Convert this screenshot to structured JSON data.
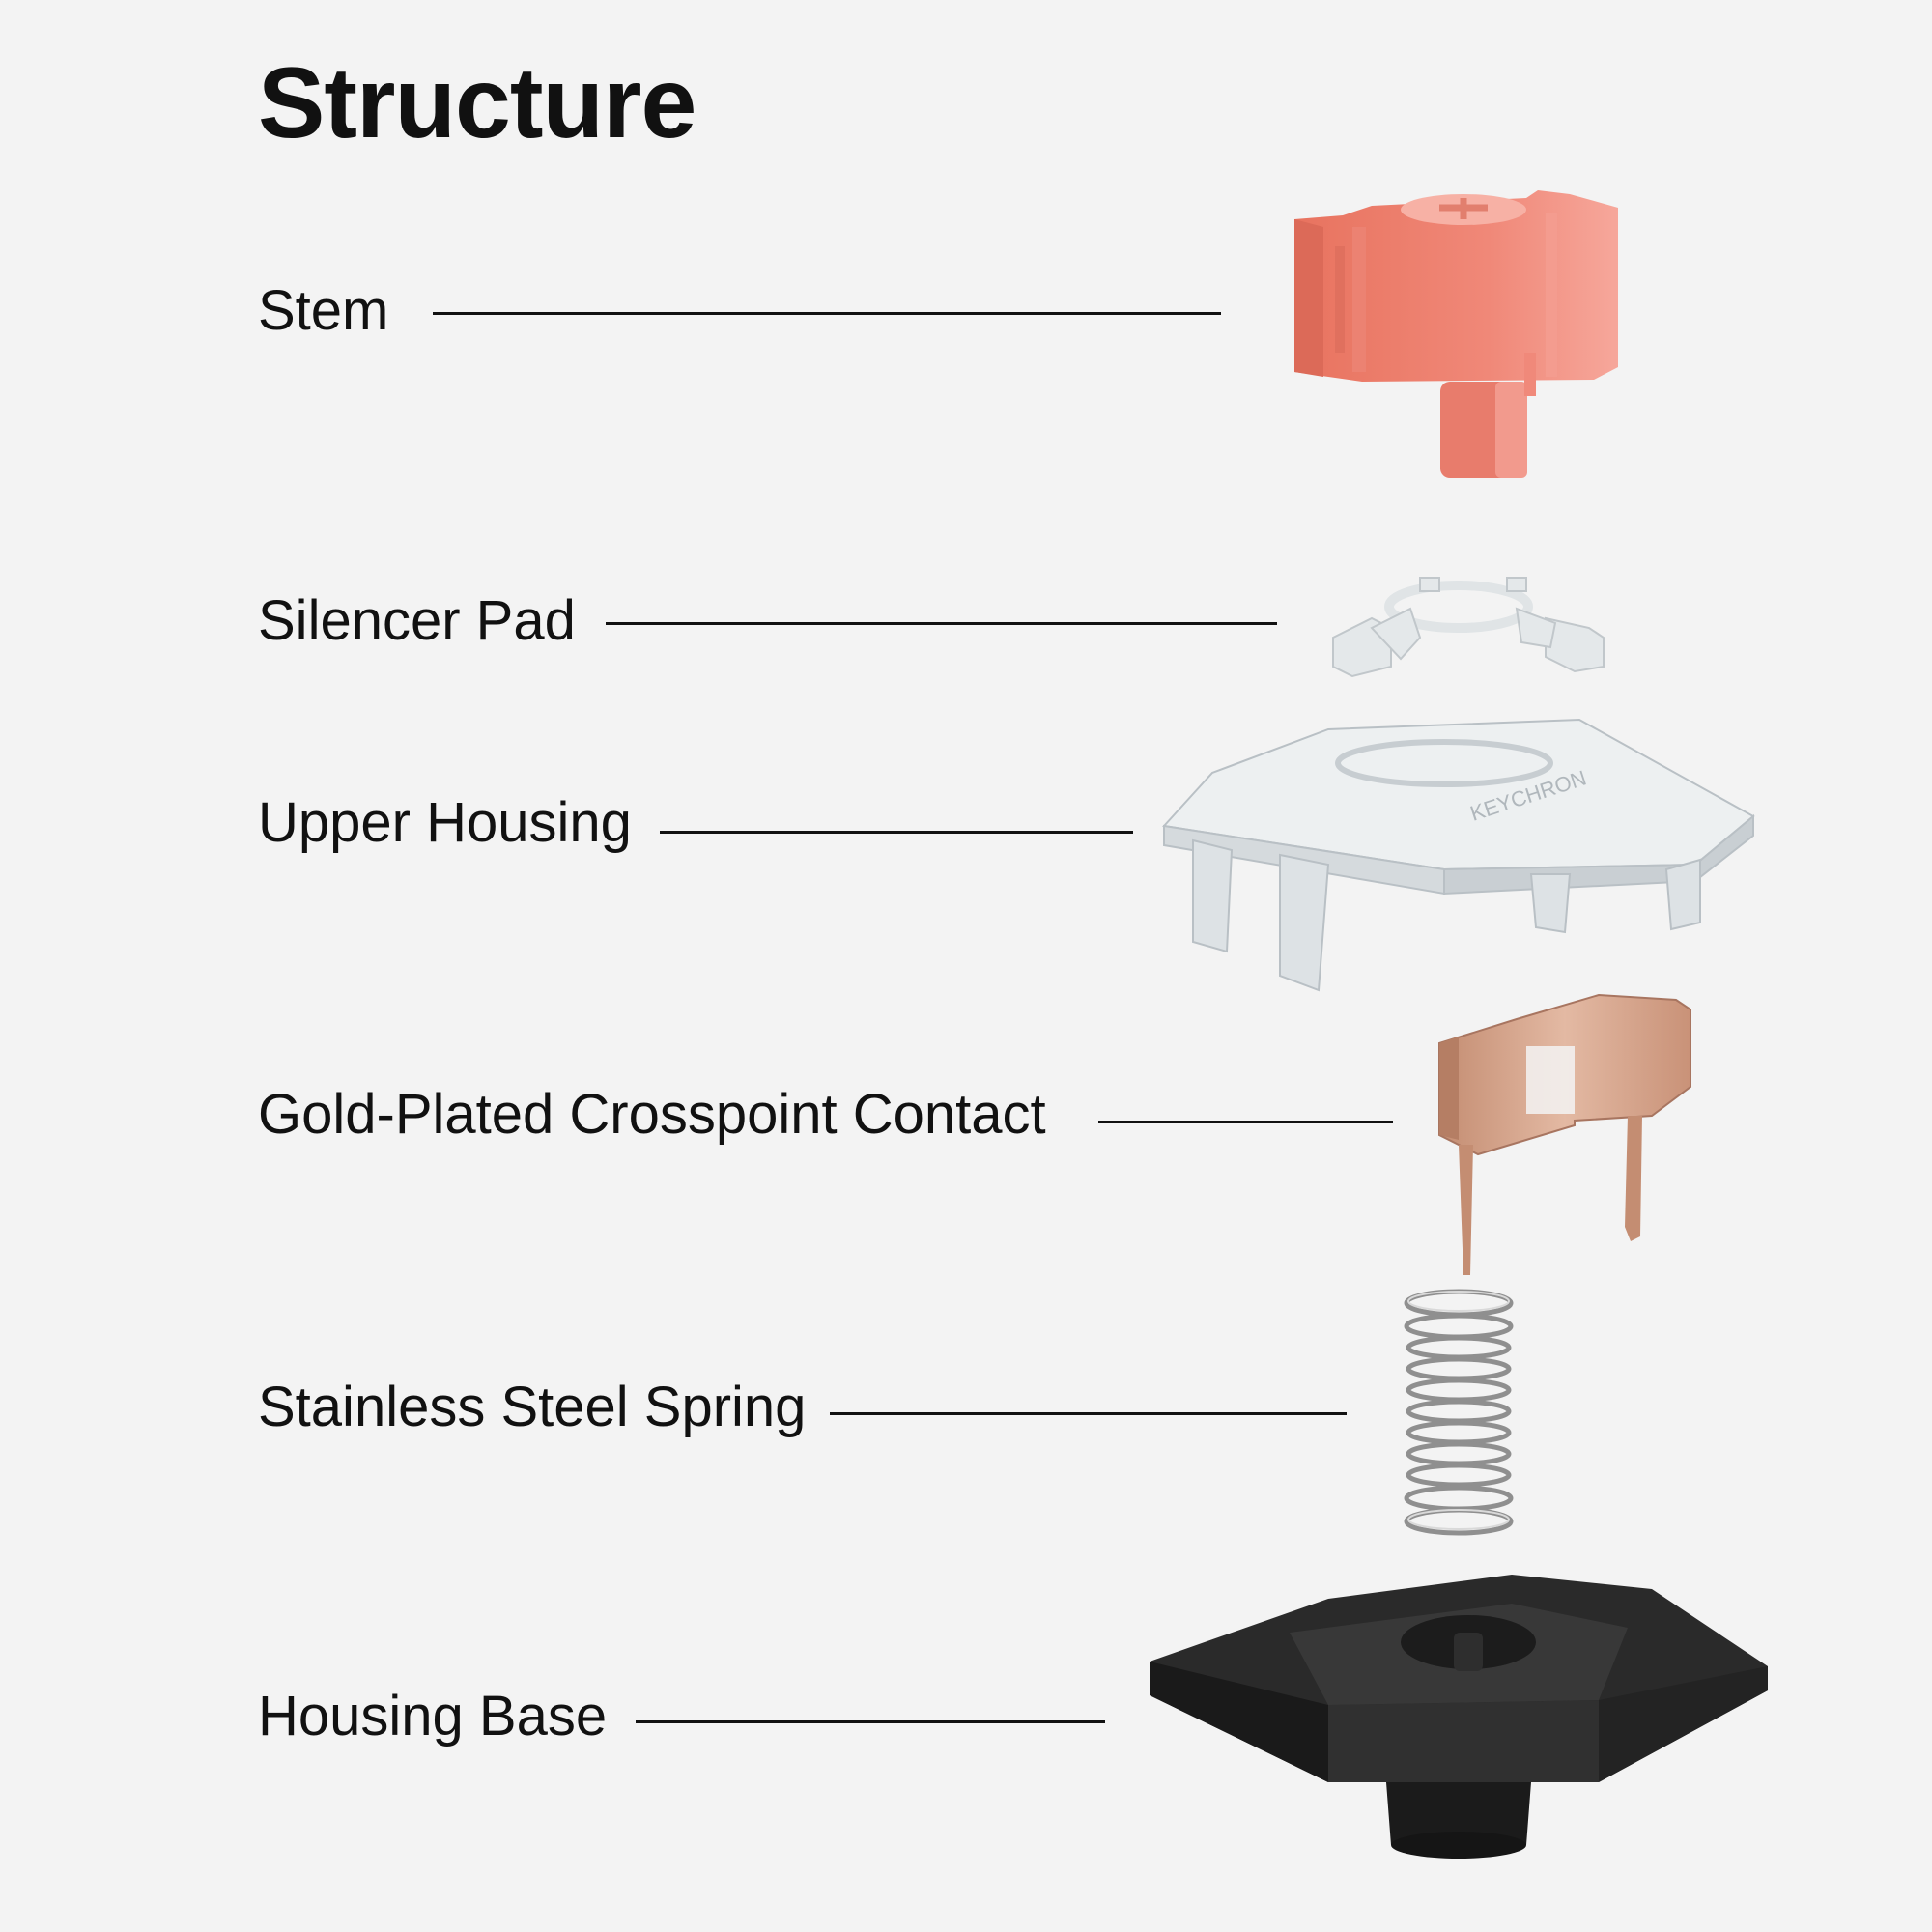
{
  "title": "Structure",
  "parts": [
    {
      "label": "Stem",
      "color": "#f08878"
    },
    {
      "label": "Silencer Pad",
      "color": "#e6e9ea"
    },
    {
      "label": "Upper Housing",
      "color": "#dfe3e6",
      "engraving": "KEYCHRON"
    },
    {
      "label": "Gold-Plated Crosspoint Contact",
      "color": "#d9ab92"
    },
    {
      "label": "Stainless Steel Spring",
      "color": "#9a9a9a"
    },
    {
      "label": "Housing Base",
      "color": "#232323"
    }
  ]
}
